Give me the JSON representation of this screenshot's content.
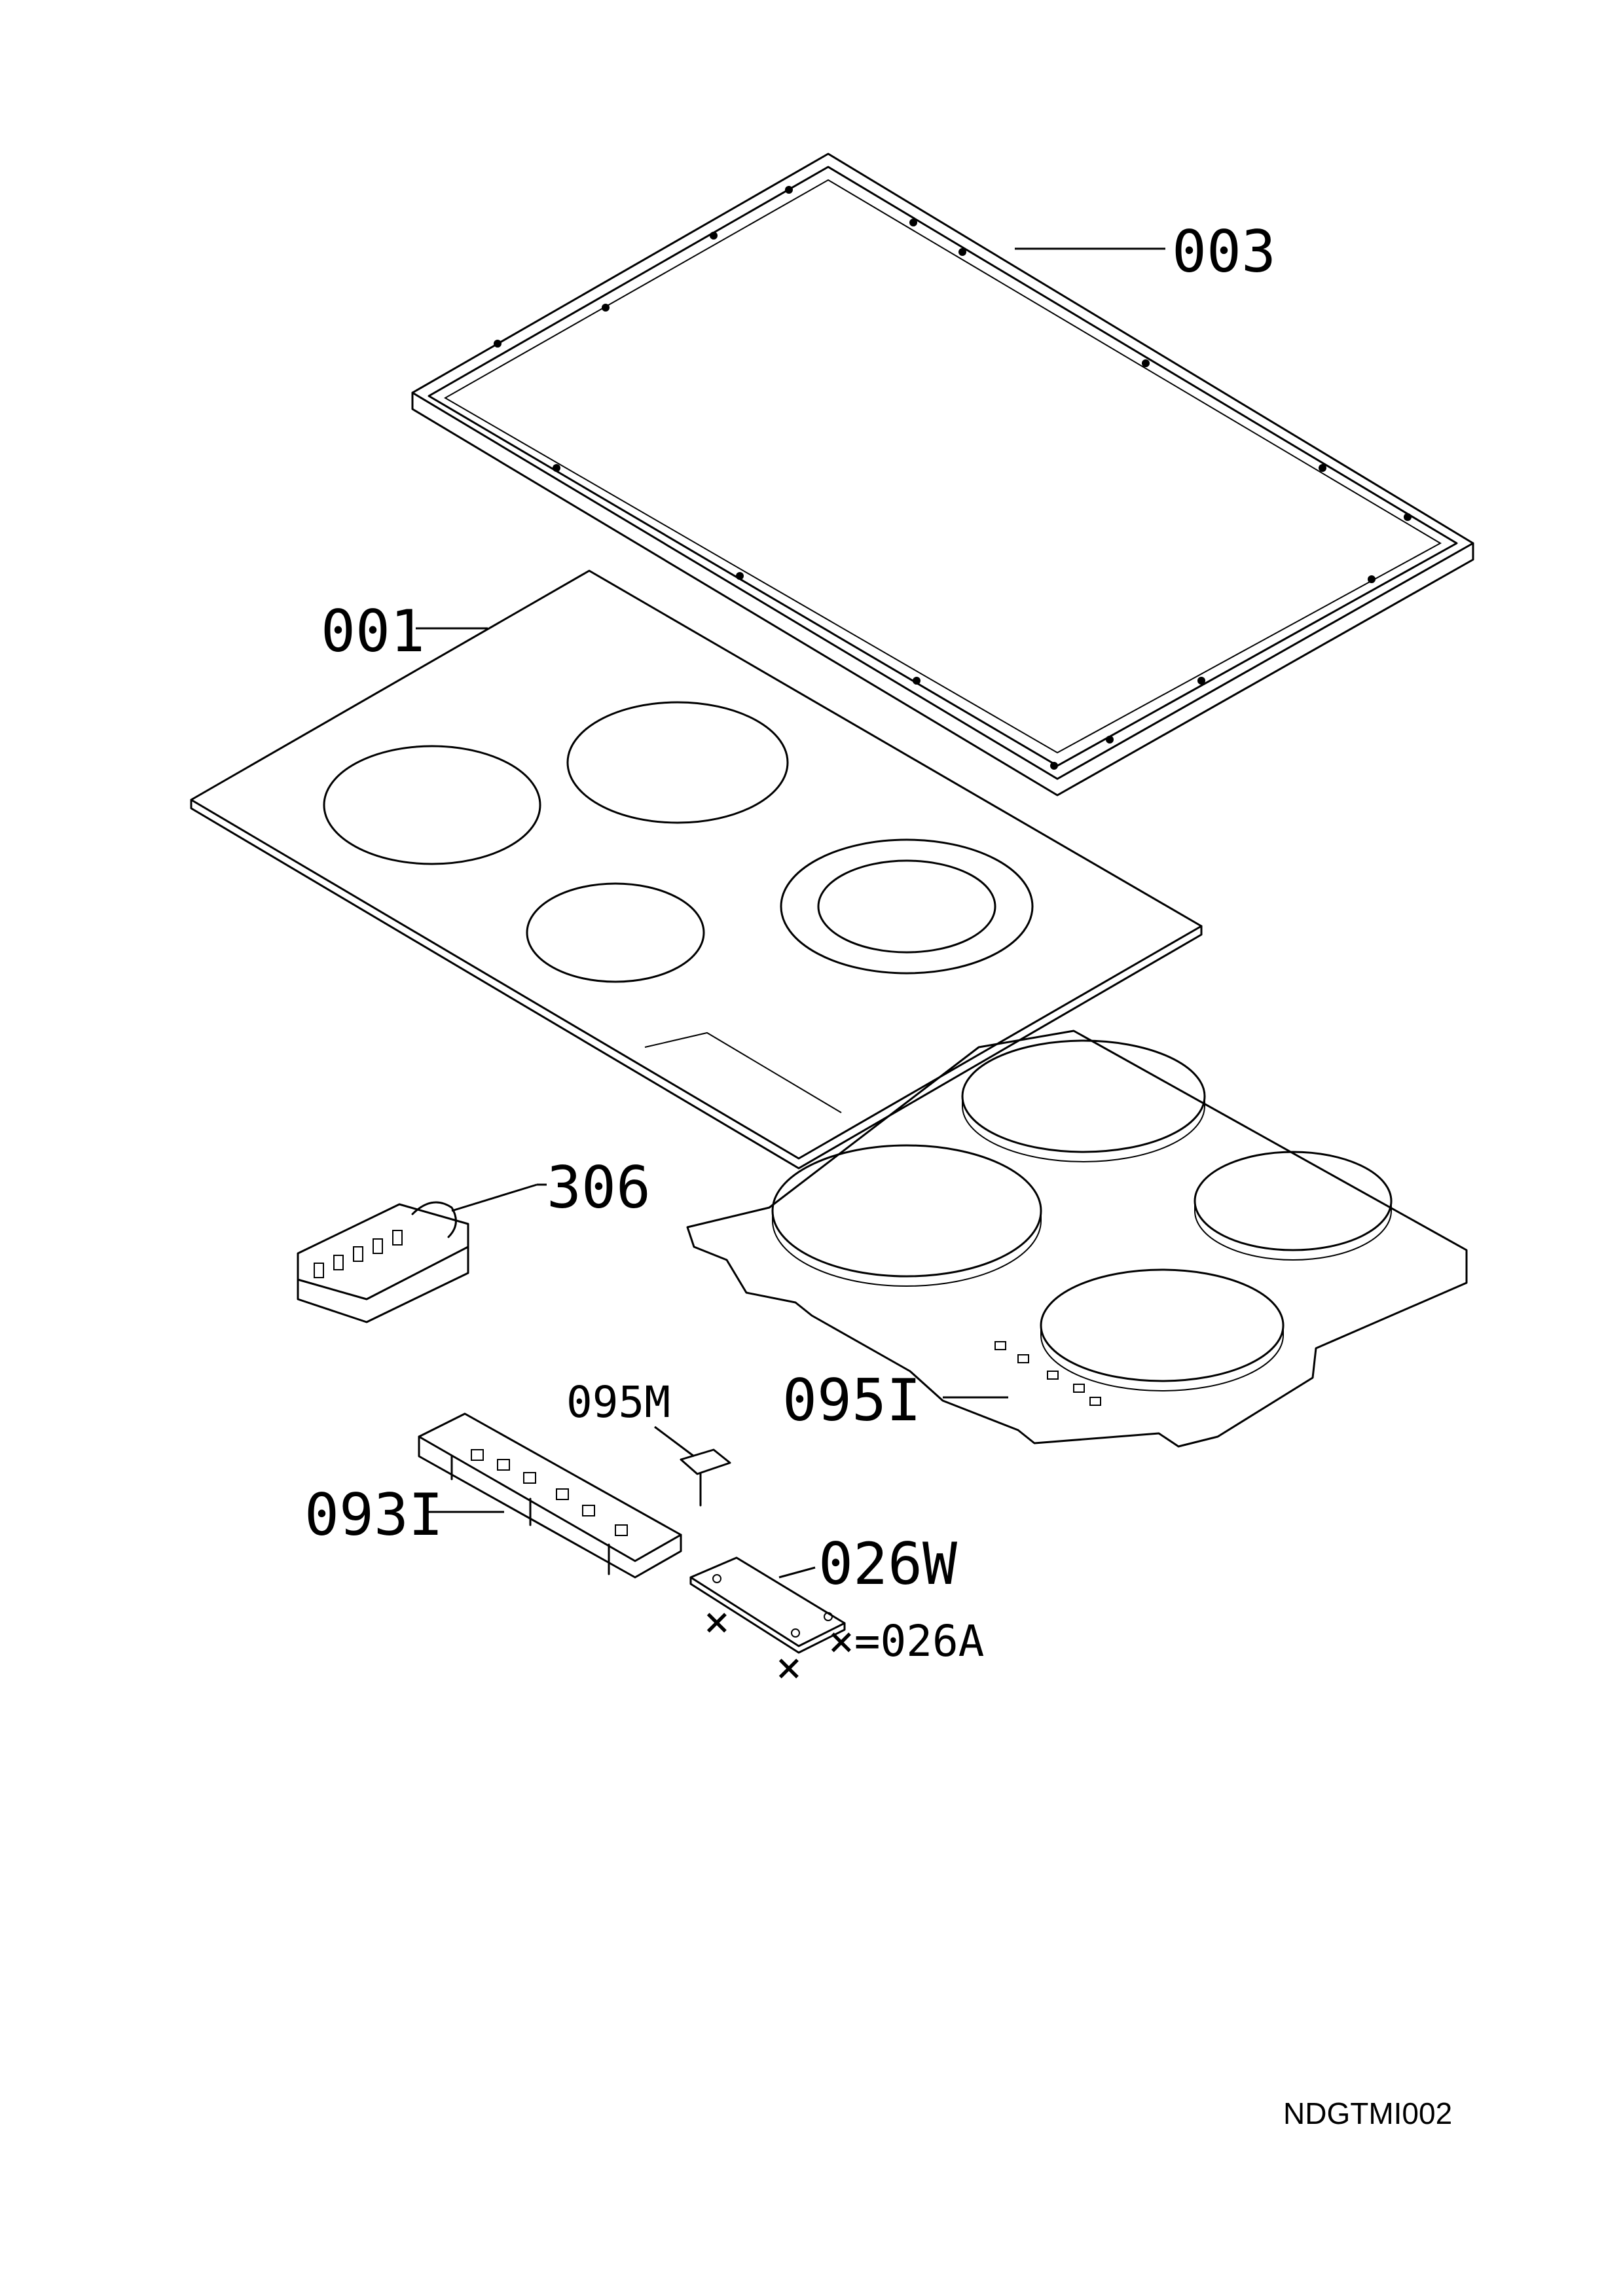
{
  "labels": {
    "frame": "003",
    "glass_top": "001",
    "switch": "306",
    "heating_plate": "095I",
    "sensor": "095M",
    "control_board": "093I",
    "small_board": "026W",
    "screw_note": "×=026A",
    "cross_mark_1": "×",
    "cross_mark_2": "×"
  },
  "drawing_code": "NDGTMI002"
}
